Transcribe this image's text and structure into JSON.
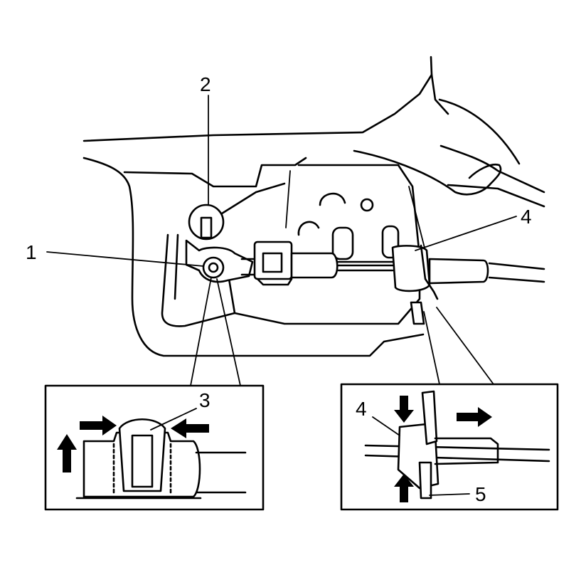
{
  "callouts": {
    "c1": "1",
    "c2": "2",
    "c3": "3",
    "c4": "4",
    "c4_inset": "4",
    "c5": "5"
  },
  "colors": {
    "ink": "#000000",
    "paper": "#ffffff"
  }
}
